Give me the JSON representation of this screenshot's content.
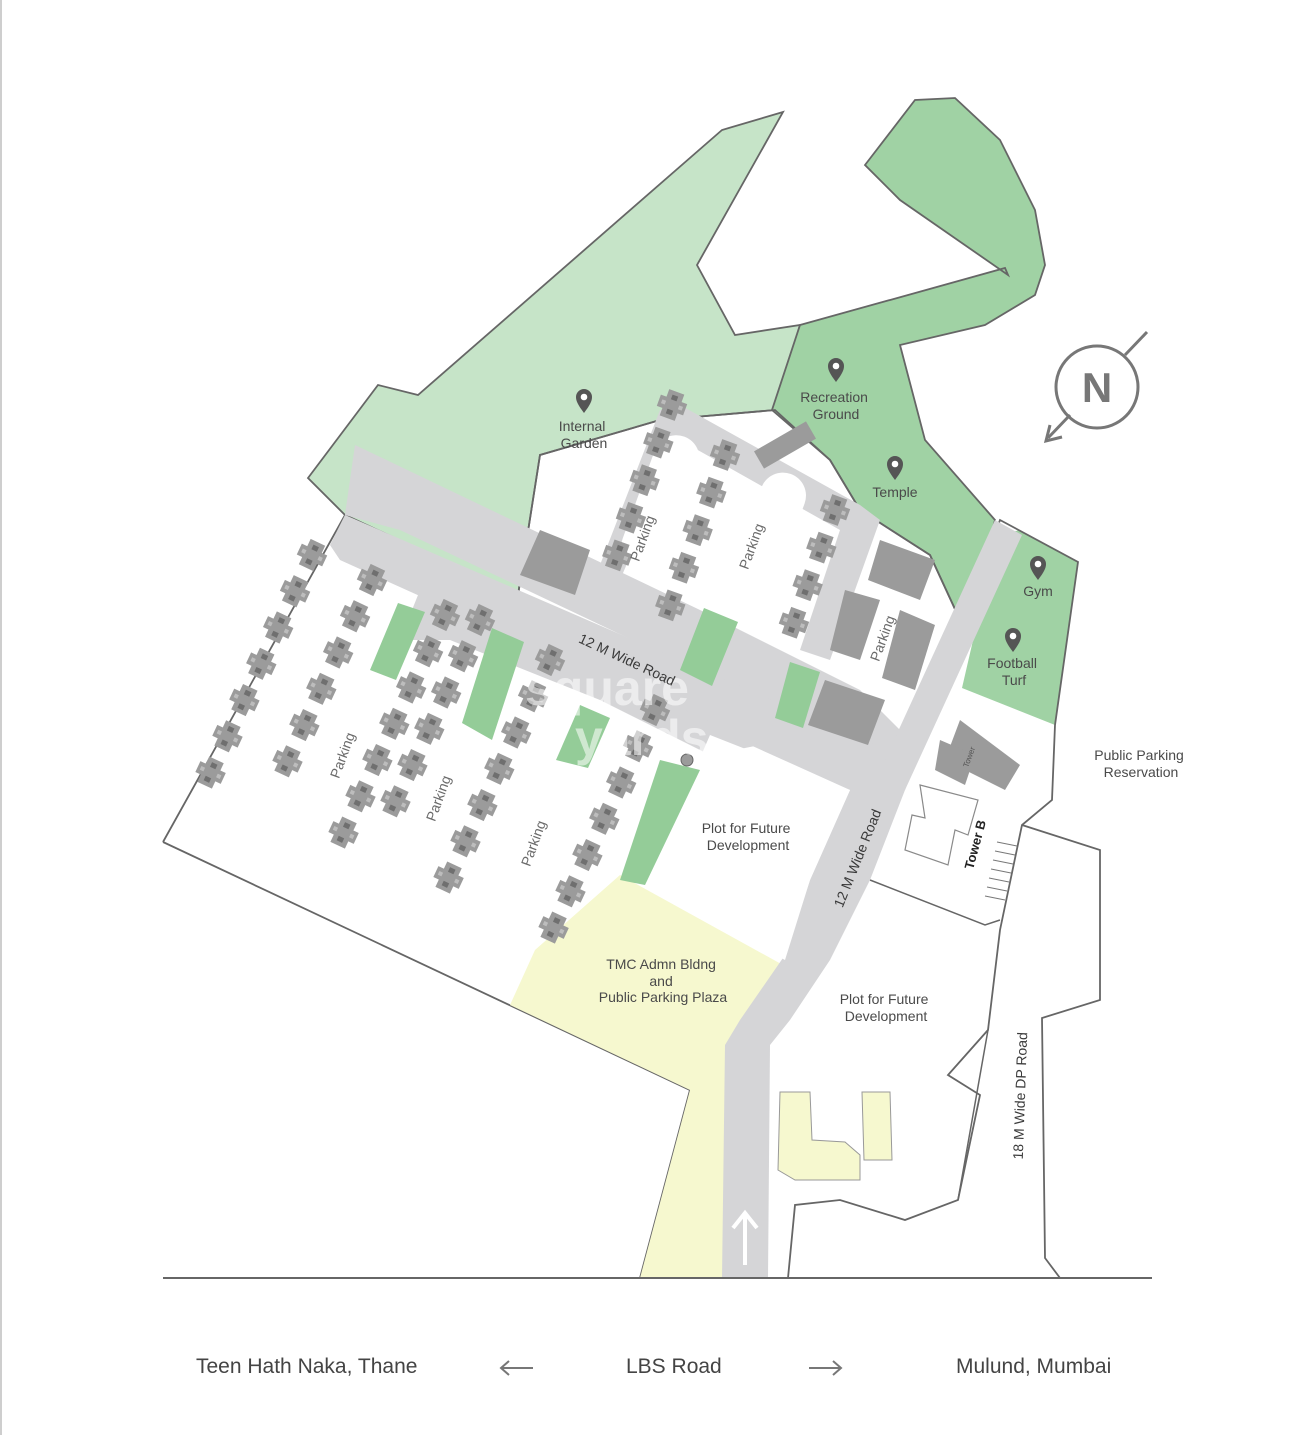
{
  "labels": {
    "internal_garden": [
      "Internal",
      "Garden"
    ],
    "recreation_ground": [
      "Recreation",
      "Ground"
    ],
    "temple": "Temple",
    "gym": "Gym",
    "football_turf": [
      "Football",
      "Turf"
    ],
    "public_parking_reservation": [
      "Public Parking",
      "Reservation"
    ],
    "plot_future_1": [
      "Plot for Future",
      "Development"
    ],
    "plot_future_2": [
      "Plot for Future",
      "Development"
    ],
    "tmc": [
      "TMC Admn Bldng",
      "and",
      "Public Parking Plaza"
    ],
    "tower": "Tower",
    "tower_b": "Tower B",
    "parking": "Parking"
  },
  "roads": {
    "road_12m_a": "12 M Wide Road",
    "road_12m_b": "12 M Wide Road",
    "road_18m": "18 M Wide DP Road"
  },
  "compass": {
    "letter": "N"
  },
  "watermark": [
    "square",
    "yards"
  ],
  "bottom_bar": {
    "left": "Teen Hath Naka, Thane",
    "center": "LBS Road",
    "right": "Mulund, Mumbai"
  },
  "colors": {
    "garden_light": "#c6e4c8",
    "garden_dark": "#a0d2a4",
    "strip_green": "#94cc98",
    "road": "#d5d5d7",
    "building": "#9b9b9b",
    "tmc_plaza": "#f6f8cf",
    "outline": "#666666",
    "pin": "#555555"
  },
  "icons": [
    "location-pin-icon",
    "compass-icon",
    "arrow-left-icon",
    "arrow-right-icon",
    "arrow-up-icon"
  ]
}
